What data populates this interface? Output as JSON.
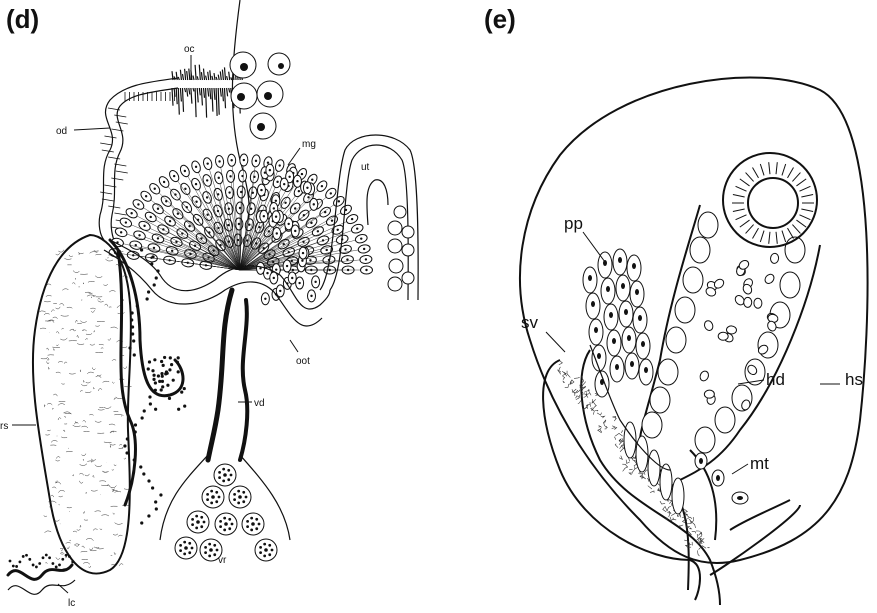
{
  "panels": {
    "d": {
      "label": "(d)",
      "labels": {
        "oc": "oc",
        "od": "od",
        "mg": "mg",
        "ut": "ut",
        "rs": "rs",
        "vd": "vd",
        "oot": "oot",
        "vr": "vr",
        "lc": "lc"
      }
    },
    "e": {
      "label": "(e)",
      "labels": {
        "pp": "pp",
        "sv": "sv",
        "hd": "hd",
        "hs": "hs",
        "mt": "mt"
      }
    }
  }
}
